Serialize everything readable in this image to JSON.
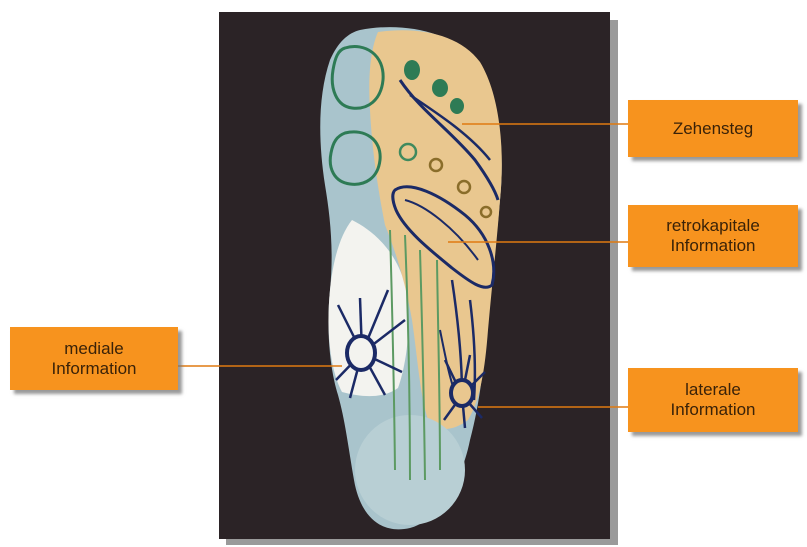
{
  "labels": {
    "zehensteg": "Zehensteg",
    "retrokapitale_line1": "retrokapitale",
    "retrokapitale_line2": "Information",
    "mediale_line1": "mediale",
    "mediale_line2": "Information",
    "laterale_line1": "laterale",
    "laterale_line2": "Information"
  },
  "colors": {
    "callout_fill": "#f7931e",
    "leader_line": "#e07a10",
    "photo_background": "#2b2326",
    "insole_tan": "#e9c78f",
    "insole_blue": "#a9c4cc",
    "insole_white": "#f3f3ef",
    "marking_navy": "#1b2a66",
    "marking_green": "#2e7b55"
  }
}
